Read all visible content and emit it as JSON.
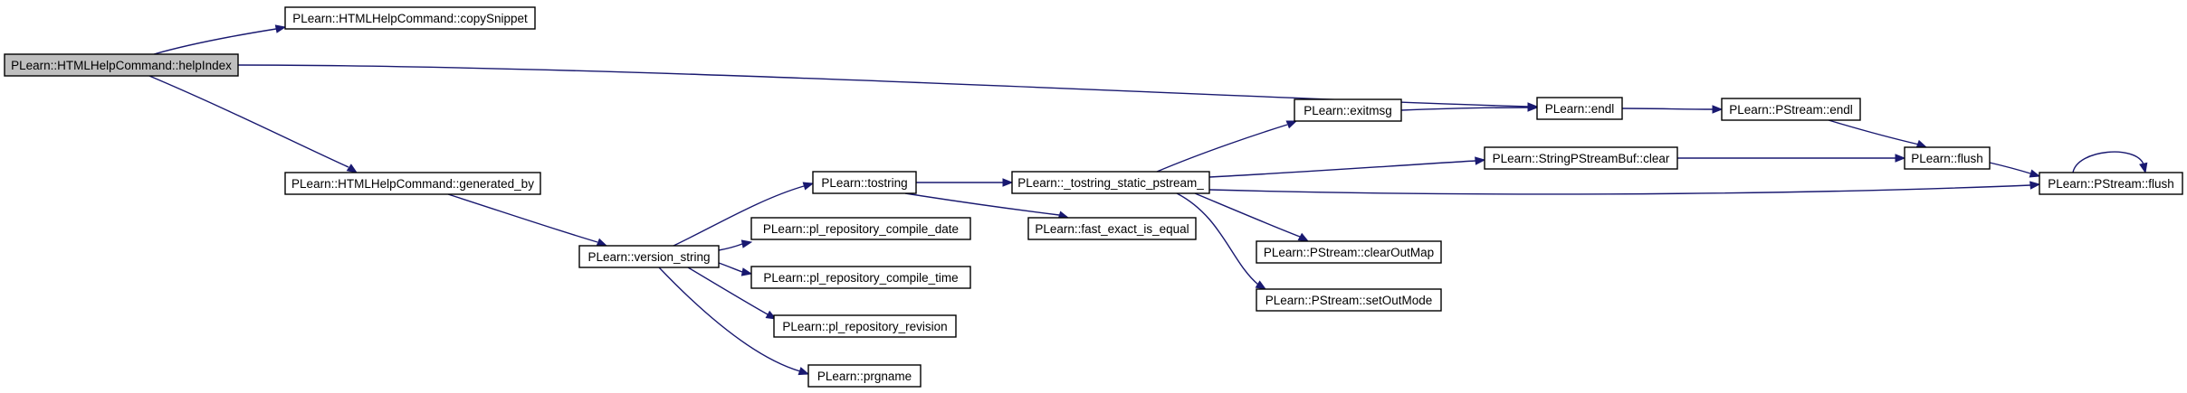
{
  "diagram": {
    "type": "call-graph",
    "colors": {
      "edge": "#191970",
      "root_fill": "#bfbfbf",
      "node_fill": "#ffffff",
      "node_border": "#000000"
    },
    "nodes": [
      {
        "id": "helpIndex",
        "label": "PLearn::HTMLHelpCommand::helpIndex",
        "root": true
      },
      {
        "id": "copySnippet",
        "label": "PLearn::HTMLHelpCommand::copySnippet"
      },
      {
        "id": "generated_by",
        "label": "PLearn::HTMLHelpCommand::generated_by"
      },
      {
        "id": "version_string",
        "label": "PLearn::version_string"
      },
      {
        "id": "tostring",
        "label": "PLearn::tostring"
      },
      {
        "id": "compile_date",
        "label": "PLearn::pl_repository_compile_date"
      },
      {
        "id": "compile_time",
        "label": "PLearn::pl_repository_compile_time"
      },
      {
        "id": "revision",
        "label": "PLearn::pl_repository_revision"
      },
      {
        "id": "prgname",
        "label": "PLearn::prgname"
      },
      {
        "id": "tostring_static",
        "label": "PLearn::_tostring_static_pstream_"
      },
      {
        "id": "fast_exact",
        "label": "PLearn::fast_exact_is_equal"
      },
      {
        "id": "exitmsg",
        "label": "PLearn::exitmsg"
      },
      {
        "id": "endl",
        "label": "PLearn::endl"
      },
      {
        "id": "pstream_endl",
        "label": "PLearn::PStream::endl"
      },
      {
        "id": "sps_clear",
        "label": "PLearn::StringPStreamBuf::clear"
      },
      {
        "id": "flush",
        "label": "PLearn::flush"
      },
      {
        "id": "pstream_flush",
        "label": "PLearn::PStream::flush"
      },
      {
        "id": "clearOutMap",
        "label": "PLearn::PStream::clearOutMap"
      },
      {
        "id": "setOutMode",
        "label": "PLearn::PStream::setOutMode"
      }
    ],
    "edges": [
      {
        "from": "helpIndex",
        "to": "copySnippet"
      },
      {
        "from": "helpIndex",
        "to": "endl"
      },
      {
        "from": "helpIndex",
        "to": "generated_by"
      },
      {
        "from": "generated_by",
        "to": "version_string"
      },
      {
        "from": "version_string",
        "to": "tostring"
      },
      {
        "from": "version_string",
        "to": "compile_date"
      },
      {
        "from": "version_string",
        "to": "compile_time"
      },
      {
        "from": "version_string",
        "to": "revision"
      },
      {
        "from": "version_string",
        "to": "prgname"
      },
      {
        "from": "tostring",
        "to": "tostring_static"
      },
      {
        "from": "tostring",
        "to": "fast_exact"
      },
      {
        "from": "tostring_static",
        "to": "exitmsg"
      },
      {
        "from": "tostring_static",
        "to": "sps_clear"
      },
      {
        "from": "tostring_static",
        "to": "pstream_flush"
      },
      {
        "from": "tostring_static",
        "to": "clearOutMap"
      },
      {
        "from": "tostring_static",
        "to": "setOutMode"
      },
      {
        "from": "exitmsg",
        "to": "endl"
      },
      {
        "from": "endl",
        "to": "pstream_endl"
      },
      {
        "from": "pstream_endl",
        "to": "flush"
      },
      {
        "from": "sps_clear",
        "to": "flush"
      },
      {
        "from": "flush",
        "to": "pstream_flush"
      },
      {
        "from": "pstream_flush",
        "to": "pstream_flush"
      }
    ]
  }
}
